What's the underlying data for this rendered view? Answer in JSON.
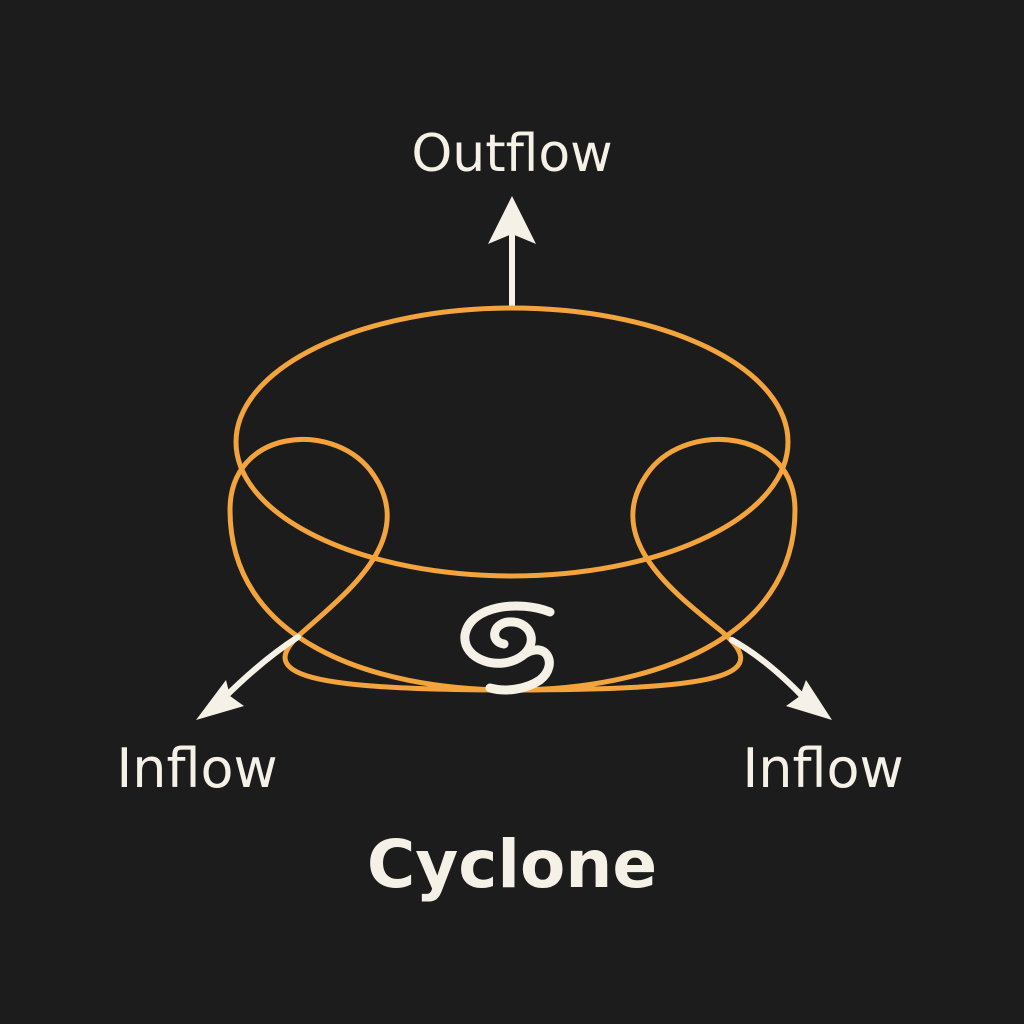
{
  "diagram": {
    "top_label": "Outflow",
    "left_label": "Inflow",
    "right_label": "Inflow",
    "title": "Cyclone"
  },
  "colors": {
    "background": "#1c1c1c",
    "ring": "#f3a43c",
    "arrow": "#f6f1e6",
    "text": "#f6f1e6"
  },
  "icons": {
    "center": "cyclone-swirl-icon"
  }
}
